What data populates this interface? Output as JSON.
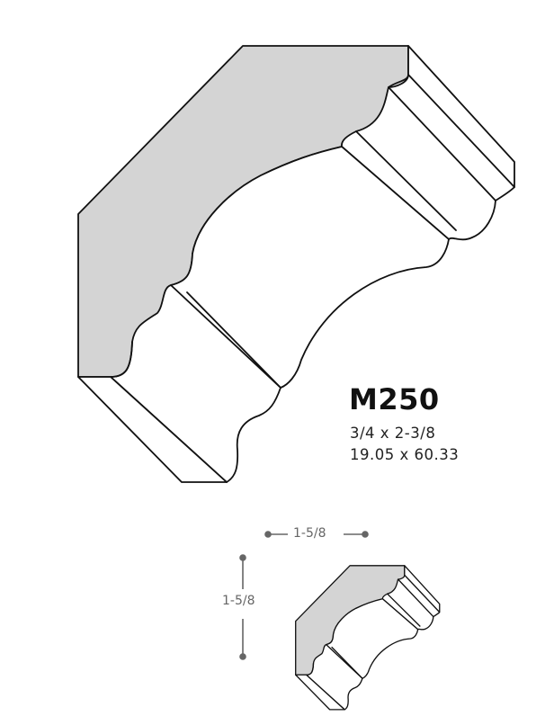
{
  "profile": {
    "code": "M250",
    "size_imperial": "3/4 x 2-3/8",
    "size_metric": "19.05 x 60.33"
  },
  "dimensions": {
    "width": "1-5/8",
    "height": "1-5/8"
  },
  "colors": {
    "outline": "#111111",
    "shaded_face": "#d4d4d4",
    "dimension_line": "#666666"
  }
}
